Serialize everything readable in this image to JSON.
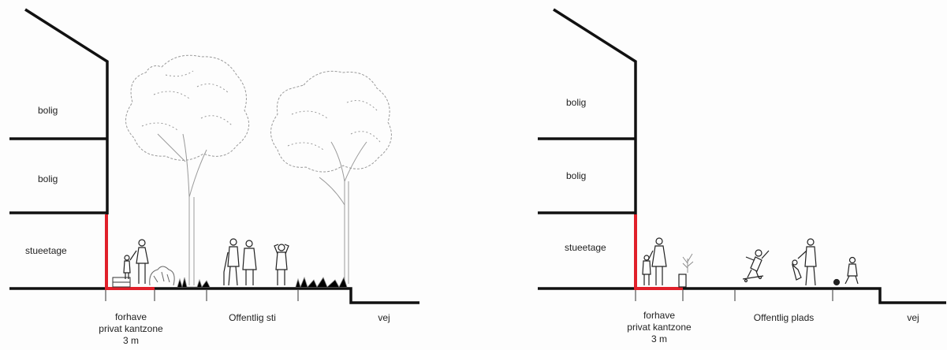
{
  "left_section": {
    "floor_upper": "bolig",
    "floor_middle": "bolig",
    "floor_ground": "stueetage",
    "zone_front": [
      "forhave",
      "privat kantzone",
      "3 m"
    ],
    "zone_public": "Offentlig sti",
    "zone_road": "vej"
  },
  "right_section": {
    "floor_upper": "bolig",
    "floor_middle": "bolig",
    "floor_ground": "stueetage",
    "zone_front": [
      "forhave",
      "privat kantzone",
      "3 m"
    ],
    "zone_public": "Offentlig plads",
    "zone_road": "vej"
  },
  "colors": {
    "line": "#111111",
    "highlight": "#e0202a",
    "vegetation": "#9a9a9a"
  }
}
